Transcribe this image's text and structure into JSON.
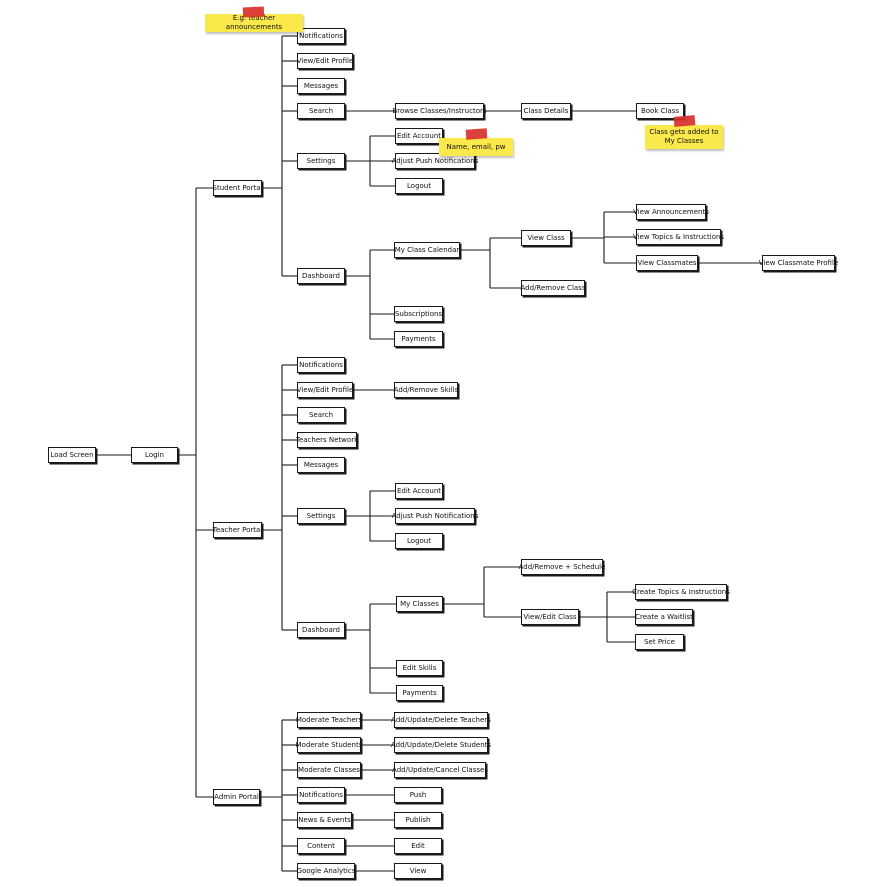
{
  "nodes": {
    "load_screen": "Load Screen",
    "login": "Login",
    "student_portal": "Student Portal",
    "teacher_portal": "Teacher Portal",
    "admin_portal": "Admin Portal",
    "s_notifications": "Notifications",
    "s_view_edit_profile": "View/Edit Profile",
    "s_messages": "Messages",
    "s_search": "Search",
    "s_browse": "Browse Classes/Instructors",
    "s_class_details": "Class Details",
    "s_book_class": "Book Class",
    "s_settings": "Settings",
    "s_edit_account": "Edit Account",
    "s_adjust_push": "Adjust Push Notifications",
    "s_logout": "Logout",
    "s_dashboard": "Dashboard",
    "s_my_class_calendar": "My Class Calendar",
    "s_view_class": "View Class",
    "s_view_announcements": "View Announcements",
    "s_view_topics": "View Topics & Instructions",
    "s_view_classmates": "View Classmates",
    "s_view_classmate_profile": "View Classmate Profile",
    "s_add_remove_class": "Add/Remove Class",
    "s_subscriptions": "Subscriptions",
    "s_payments": "Payments",
    "t_notifications": "Notifications",
    "t_view_edit_profile": "View/Edit Profile",
    "t_add_remove_skills": "Add/Remove Skills",
    "t_search": "Search",
    "t_teachers_network": "Teachers Network",
    "t_messages": "Messages",
    "t_settings": "Settings",
    "t_edit_account": "Edit Account",
    "t_adjust_push": "Adjust Push Notifications",
    "t_logout": "Logout",
    "t_dashboard": "Dashboard",
    "t_my_classes": "My Classes",
    "t_add_remove_schedule": "Add/Remove + Schedule",
    "t_view_edit_class": "View/Edit Class",
    "t_create_topics": "Create Topics & Instructions",
    "t_create_waitlist": "Create a Waitlist",
    "t_set_price": "Set Price",
    "t_edit_skills": "Edit Skills",
    "t_payments": "Payments",
    "a_moderate_teachers": "Moderate Teachers",
    "a_add_update_delete_teachers": "Add/Update/Delete Teachers",
    "a_moderate_students": "Moderate Students",
    "a_add_update_delete_students": "Add/Update/Delete Students",
    "a_moderate_classes": "Moderate Classes",
    "a_add_update_cancel_classes": "Add/Update/Cancel Classes",
    "a_notifications": "Notifications",
    "a_push": "Push",
    "a_news_events": "News & Events",
    "a_publish": "Publish",
    "a_content": "Content",
    "a_edit": "Edit",
    "a_google_analytics": "Google Analytics",
    "a_view": "View"
  },
  "notes": {
    "teacher_announcements": "E.g. teacher announcements",
    "name_email_pw": "Name, email, pw",
    "class_added": "Class gets added to My Classes"
  },
  "colors": {
    "sticky_note": "#fbe84a",
    "tape": "#d9302c",
    "ink": "#1a1a1a"
  }
}
